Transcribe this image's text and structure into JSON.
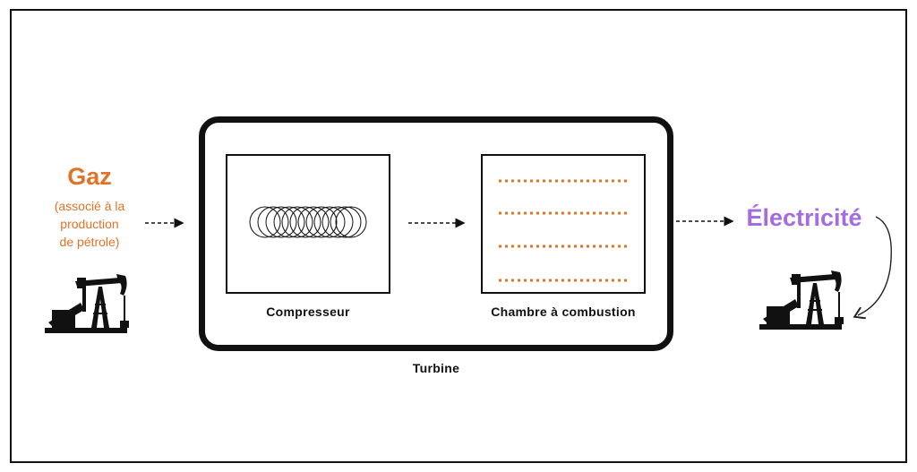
{
  "input": {
    "title": "Gaz",
    "subtitle_lines": [
      "(associé à la",
      "production",
      "de pétrole)"
    ],
    "icon": "oil-pump-jack-icon"
  },
  "output": {
    "title": "Électricité",
    "icon": "oil-pump-jack-icon"
  },
  "turbine": {
    "label": "Turbine",
    "stages": [
      {
        "label": "Compresseur",
        "icon": "coil-icon"
      },
      {
        "label": "Chambre à combustion",
        "icon": "dotted-flame-lines-icon"
      }
    ]
  },
  "colors": {
    "gas": "#e07326",
    "electricity": "#a46ce0",
    "outline": "#111111",
    "combustion_dots": "#e07326"
  }
}
